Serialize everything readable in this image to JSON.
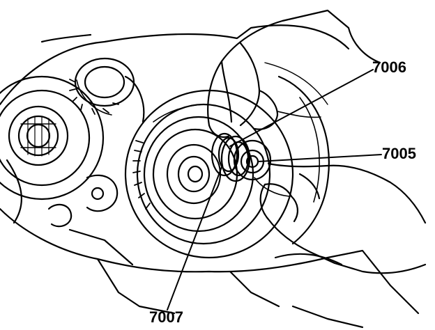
{
  "illustration": {
    "callouts": [
      {
        "id": "7006",
        "label": "7006"
      },
      {
        "id": "7005",
        "label": "7005"
      },
      {
        "id": "7007",
        "label": "7007"
      }
    ],
    "colors": {
      "ink": "#000000",
      "paper": "#ffffff"
    }
  }
}
